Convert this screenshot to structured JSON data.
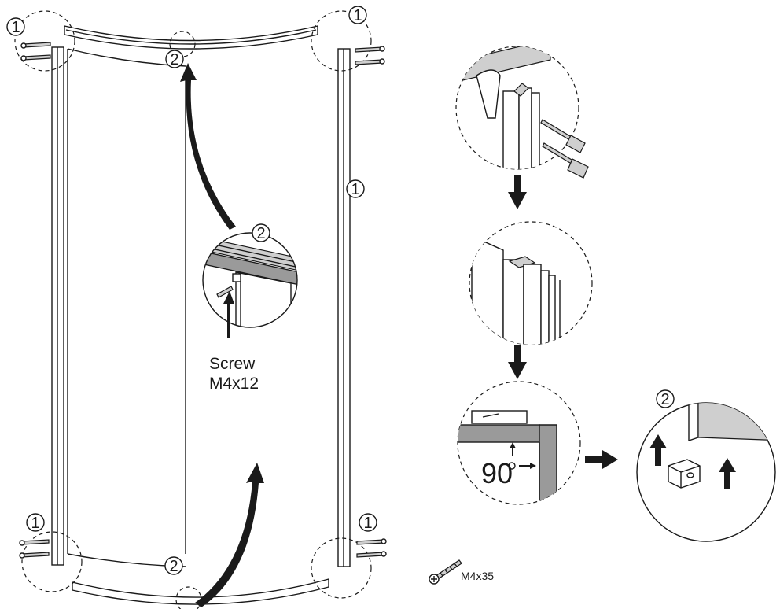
{
  "markers": {
    "step1": "1",
    "step2": "2"
  },
  "labels": {
    "screw_word": "Screw",
    "screw_size": "M4x12",
    "angle": "90",
    "long_screw": "M4x35"
  },
  "colors": {
    "line": "#1a1a1a",
    "grey_profile": "#9a9a9a",
    "light_grey": "#cfcfcf"
  }
}
